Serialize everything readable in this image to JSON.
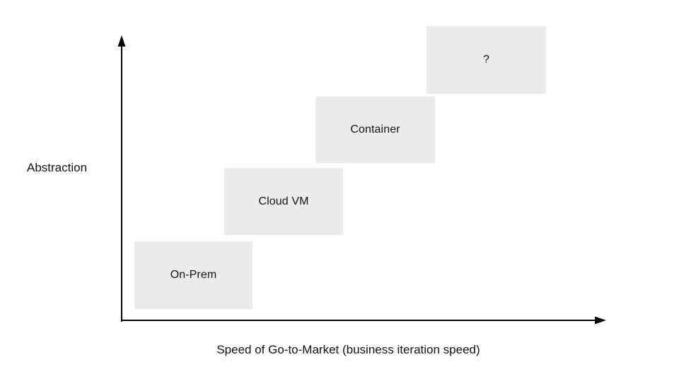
{
  "diagram": {
    "y_axis": {
      "label": "Abstraction"
    },
    "x_axis": {
      "label": "Speed of Go-to-Market (business iteration speed)"
    },
    "boxes": [
      {
        "id": "on-prem",
        "label": "On-Prem"
      },
      {
        "id": "cloud-vm",
        "label": "Cloud VM"
      },
      {
        "id": "container",
        "label": "Container"
      },
      {
        "id": "unknown",
        "label": "?"
      }
    ],
    "colors": {
      "background": "#ffffff",
      "box_fill": "#ebebeb",
      "axis": "#000000",
      "text": "#111111"
    }
  }
}
